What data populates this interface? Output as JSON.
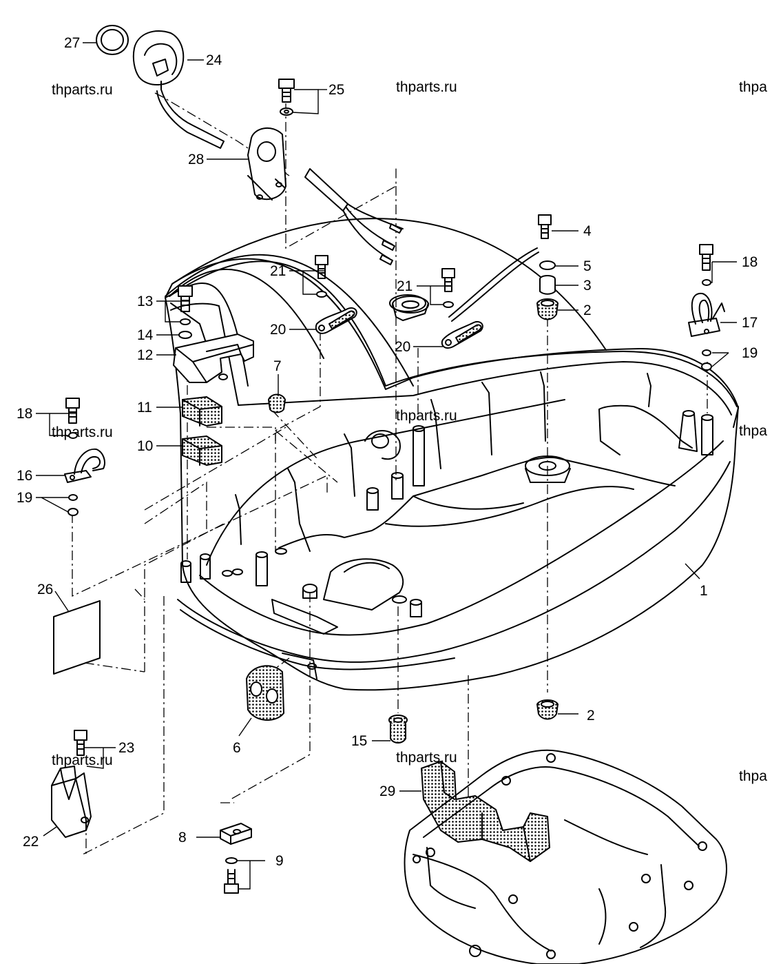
{
  "watermark": "thparts.ru",
  "watermark_partial": "thpa",
  "callouts": {
    "c1": "1",
    "c2a": "2",
    "c2b": "2",
    "c3": "3",
    "c4": "4",
    "c5": "5",
    "c6": "6",
    "c7": "7",
    "c8": "8",
    "c9": "9",
    "c10": "10",
    "c11": "11",
    "c12": "12",
    "c13": "13",
    "c14": "14",
    "c15": "15",
    "c16": "16",
    "c17": "17",
    "c18a": "18",
    "c18b": "18",
    "c19a": "19",
    "c19b": "19",
    "c20a": "20",
    "c20b": "20",
    "c21a": "21",
    "c21b": "21",
    "c22": "22",
    "c23": "23",
    "c24": "24",
    "c25": "25",
    "c26": "26",
    "c27": "27",
    "c28": "28",
    "c29": "29"
  }
}
